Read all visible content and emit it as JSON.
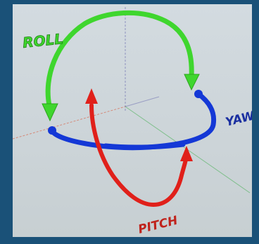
{
  "labels": {
    "roll": "ROLL",
    "yaw": "YAW",
    "pitch": "PITCH"
  },
  "colors": {
    "frame": "#1a5178",
    "viewport": "#d0d8dc",
    "roll": "#3fd62e",
    "roll_outline": "#1f7d14",
    "yaw": "#1438d6",
    "yaw_text": "#1a2fa0",
    "pitch": "#e0201a",
    "pitch_text": "#c0231c",
    "axis_red": "#d9593c",
    "axis_green": "#3fae4c",
    "axis_blue": "#5a5aa8"
  }
}
